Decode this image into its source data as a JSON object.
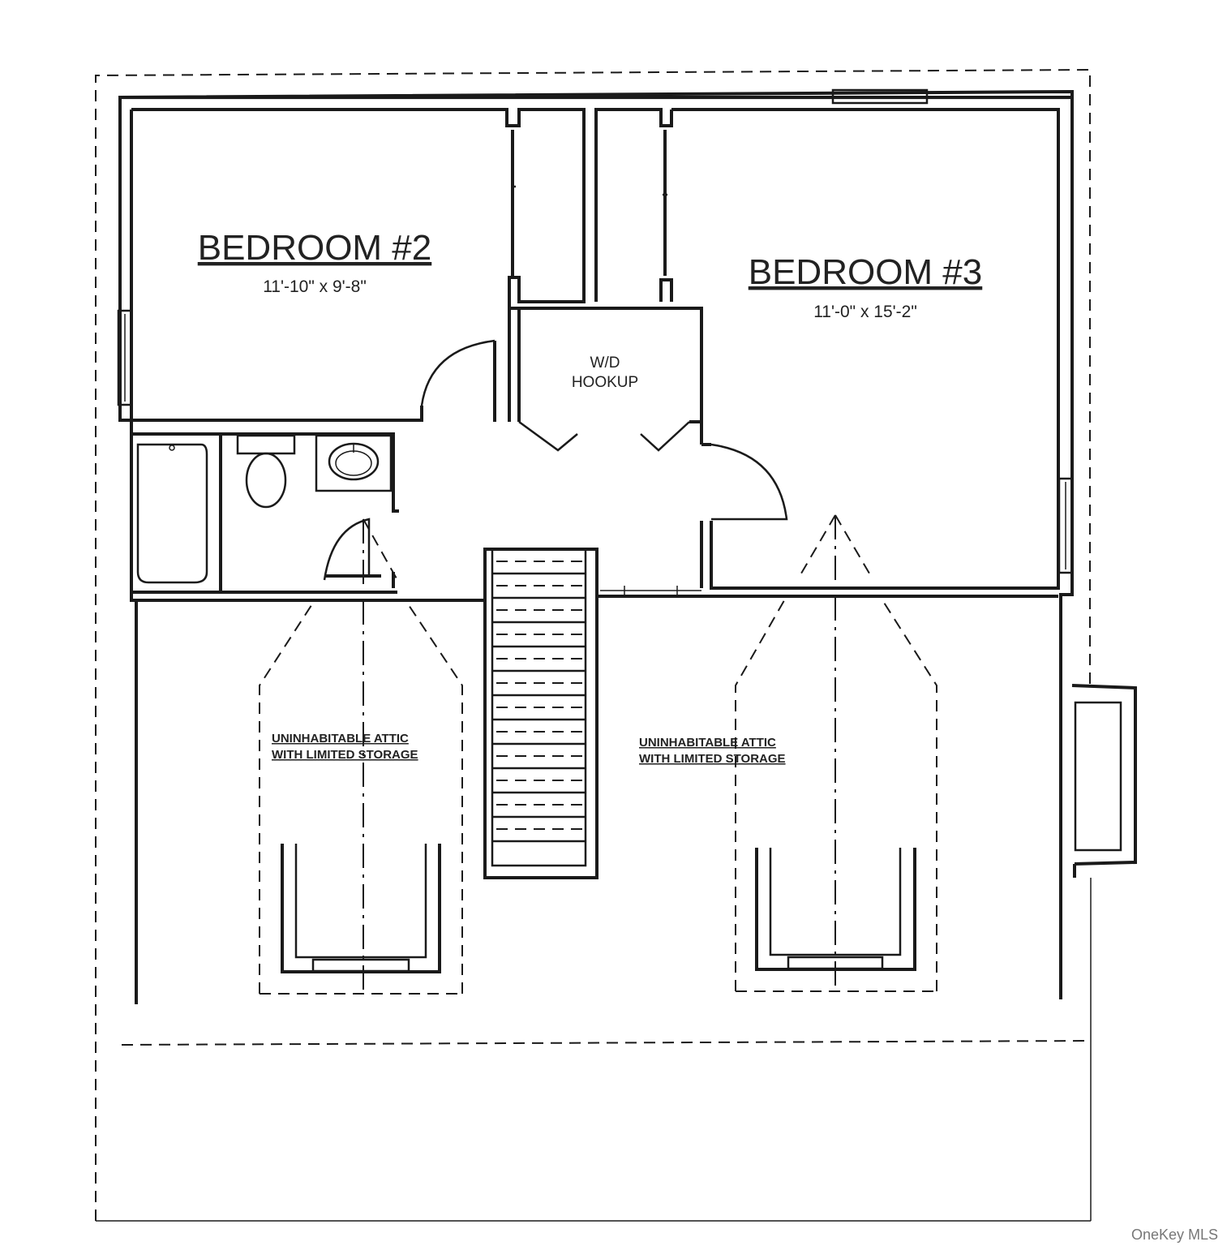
{
  "rooms": {
    "bedroom2": {
      "title": "BEDROOM #2",
      "dimensions": "11'-10\" x 9'-8\""
    },
    "bedroom3": {
      "title": "BEDROOM #3",
      "dimensions": "11'-0\" x 15'-2\""
    },
    "laundry": {
      "line1": "W/D",
      "line2": "HOOKUP"
    }
  },
  "attic": {
    "left": {
      "line1": "UNINHABITABLE ATTIC",
      "line2": "WITH LIMITED STORAGE"
    },
    "right": {
      "line1": "UNINHABITABLE ATTIC",
      "line2": "WITH LIMITED STORAGE"
    }
  },
  "watermark": "OneKey MLS"
}
